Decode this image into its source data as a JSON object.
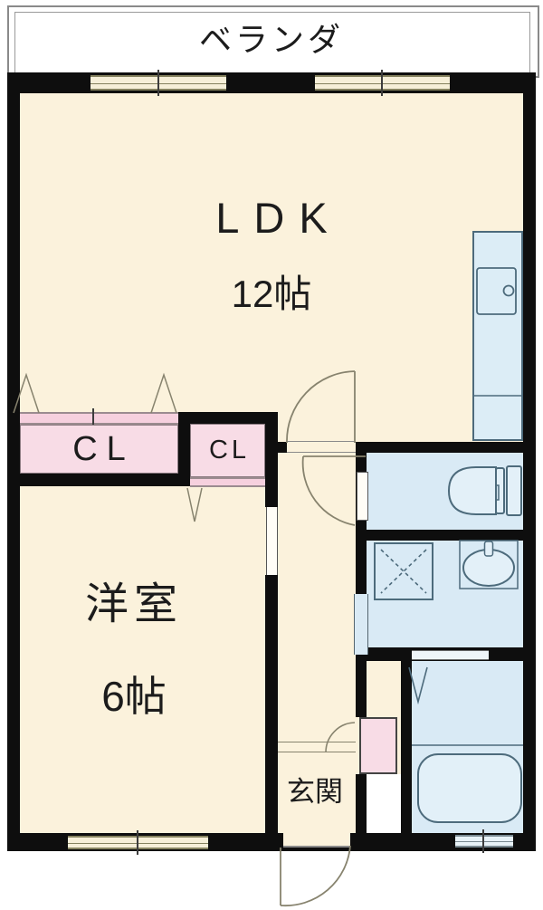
{
  "floorplan": {
    "balcony": {
      "label": "ベランダ"
    },
    "ldk": {
      "name": "LDK",
      "size": "12帖"
    },
    "closet_large": {
      "label": "CL"
    },
    "closet_small": {
      "label": "CL"
    },
    "western_room": {
      "name": "洋室",
      "size": "6帖"
    },
    "entrance": {
      "label": "玄関"
    }
  },
  "fixtures": {
    "kitchen_counter": "kitchen-counter-with-sink",
    "toilet": "toilet",
    "washing_machine": "washing-machine-space",
    "washbasin": "washbasin",
    "bathtub": "bathtub"
  },
  "colors": {
    "floor_cream": "#FBF2DC",
    "wall_black": "#0E0E0E",
    "closet_pink": "#F8DCE6",
    "door_band_pink": "#F6D0DE",
    "wet_area_blue": "#D9EAF5",
    "fixture_fill": "#E3F0F8",
    "fixture_stroke": "#4D6B7C",
    "door_swing_line": "#87836E",
    "balcony_white": "#FFFFFF"
  }
}
